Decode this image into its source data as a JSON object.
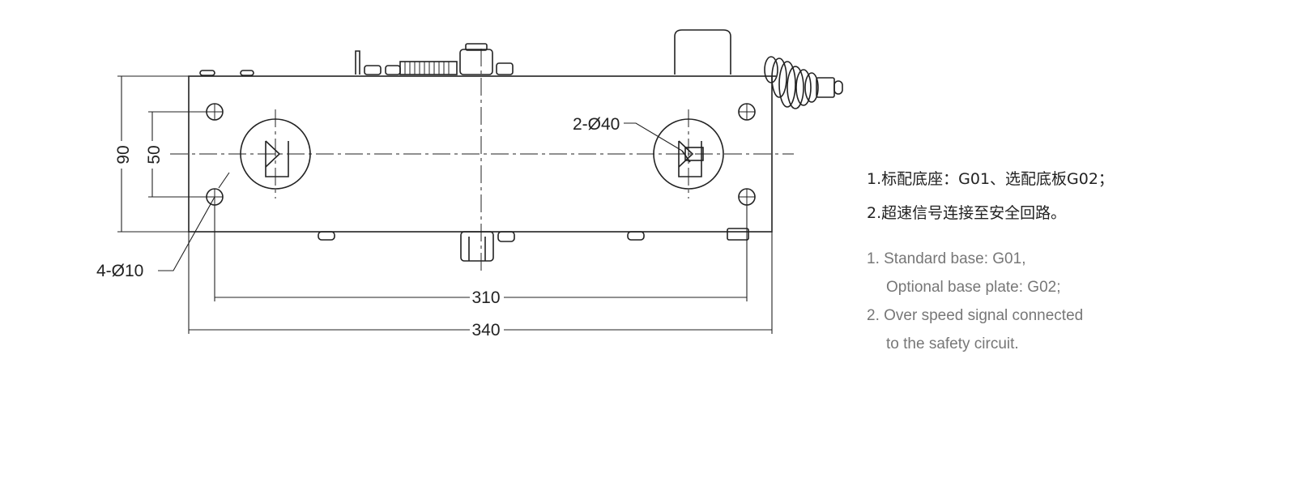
{
  "diagram": {
    "dimensions": {
      "height_overall": "90",
      "height_holes": "50",
      "width_holes": "310",
      "width_overall": "340",
      "small_holes": "4-Ø10",
      "large_holes": "2-Ø40"
    }
  },
  "notes": {
    "zh": [
      "1.标配底座：G01、选配底板G02；",
      "2.超速信号连接至安全回路。"
    ],
    "en": [
      "1. Standard base: G01,",
      "Optional base plate: G02;",
      "2. Over speed signal connected",
      "to the safety circuit."
    ]
  },
  "colors": {
    "line": "#222222",
    "note_en": "#777777"
  }
}
